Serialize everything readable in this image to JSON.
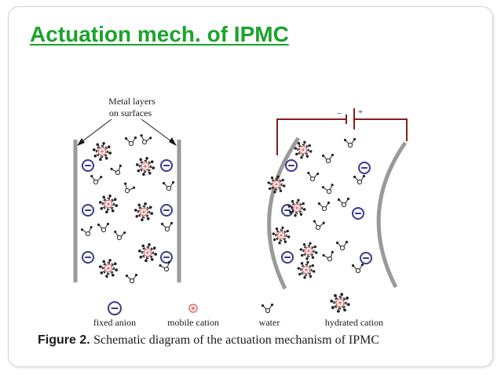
{
  "slide": {
    "title": "Actuation mech. of IPMC"
  },
  "figure": {
    "annotation": {
      "line1": "Metal layers",
      "line2": "on surfaces"
    },
    "battery": {
      "minus": "−",
      "plus": "+"
    },
    "legend": {
      "fixed_anion": "fixed anion",
      "mobile_cation": "mobile cation",
      "water": "water",
      "hydrated_cation": "hydrated cation"
    },
    "caption": {
      "label": "Figure 2.",
      "text": "Schematic diagram of the actuation mechanism of IPMC"
    },
    "colors": {
      "title": "#1aa32b",
      "anion": "#3a3a8c",
      "cation": "#d9534f",
      "wire": "#8b1c1c",
      "electrode": "#9a9a9a"
    }
  }
}
